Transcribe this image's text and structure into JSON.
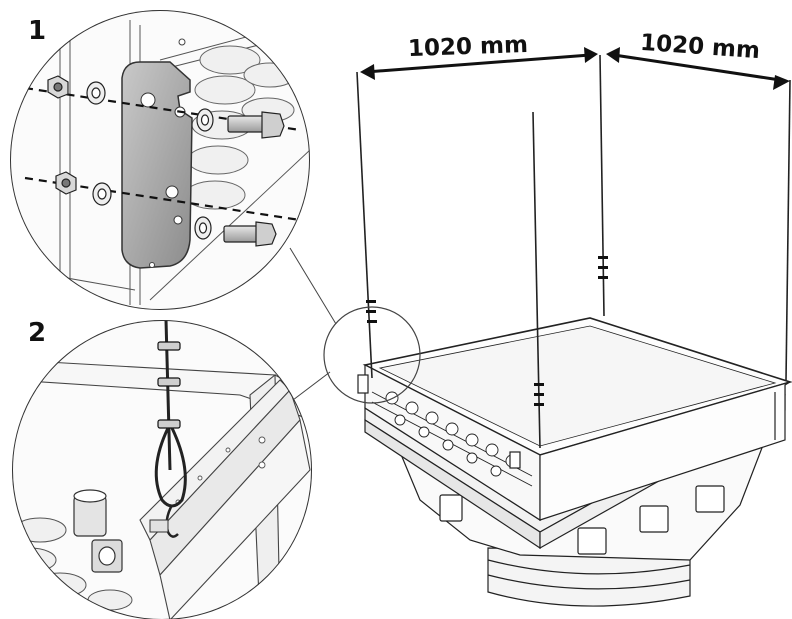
{
  "steps": {
    "one": "1",
    "two": "2"
  },
  "dimensions": {
    "left": "1020 mm",
    "right": "1020 mm"
  }
}
